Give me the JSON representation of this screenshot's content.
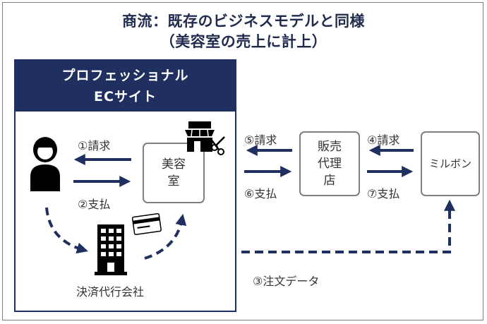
{
  "title": {
    "line1": "商流：既存のビジネスモデルと同様",
    "line2": "（美容室の売上に計上）"
  },
  "ec_site": {
    "header_line1": "プロフェッショナル",
    "header_line2": "ECサイト"
  },
  "nodes": {
    "salon_line1": "美容",
    "salon_line2": "室",
    "agency_line1": "販売",
    "agency_line2": "代理",
    "agency_line3": "店",
    "milbon": "ミルボン",
    "settlement": "決済代行会社"
  },
  "flows": {
    "f1": "①請求",
    "f2": "②支払",
    "f3": "③注文データ",
    "f4": "④請求",
    "f5": "⑤請求",
    "f6": "⑥支払",
    "f7": "⑦支払"
  },
  "icons": {
    "customer": "person-icon",
    "salon": "shop-scissors-icon",
    "card": "credit-card-icon",
    "building": "office-building-icon"
  },
  "colors": {
    "navy": "#1f3060",
    "box_border": "#7f7f7f",
    "text": "#333333"
  }
}
